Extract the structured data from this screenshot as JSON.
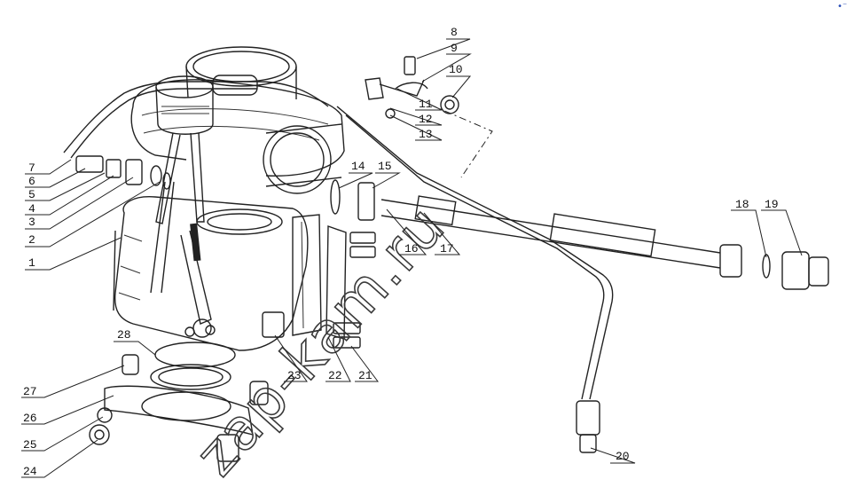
{
  "watermark": "zap-kam.ru",
  "corner_mark": "•⁻",
  "callouts": [
    {
      "id": "c1",
      "text": "1"
    },
    {
      "id": "c2",
      "text": "2"
    },
    {
      "id": "c3",
      "text": "3"
    },
    {
      "id": "c4",
      "text": "4"
    },
    {
      "id": "c5",
      "text": "5"
    },
    {
      "id": "c6",
      "text": "6"
    },
    {
      "id": "c7",
      "text": "7"
    },
    {
      "id": "c8",
      "text": "8"
    },
    {
      "id": "c9",
      "text": "9"
    },
    {
      "id": "c10",
      "text": "10"
    },
    {
      "id": "c11",
      "text": "11"
    },
    {
      "id": "c12",
      "text": "12"
    },
    {
      "id": "c13",
      "text": "13"
    },
    {
      "id": "c14",
      "text": "14"
    },
    {
      "id": "c15",
      "text": "15"
    },
    {
      "id": "c16",
      "text": "16"
    },
    {
      "id": "c17",
      "text": "17"
    },
    {
      "id": "c18",
      "text": "18"
    },
    {
      "id": "c19",
      "text": "19"
    },
    {
      "id": "c20",
      "text": "20"
    },
    {
      "id": "c21",
      "text": "21"
    },
    {
      "id": "c22",
      "text": "22"
    },
    {
      "id": "c23",
      "text": "23"
    },
    {
      "id": "c24",
      "text": "24"
    },
    {
      "id": "c25",
      "text": "25"
    },
    {
      "id": "c26",
      "text": "26"
    },
    {
      "id": "c27",
      "text": "27"
    },
    {
      "id": "c28",
      "text": "28"
    }
  ]
}
